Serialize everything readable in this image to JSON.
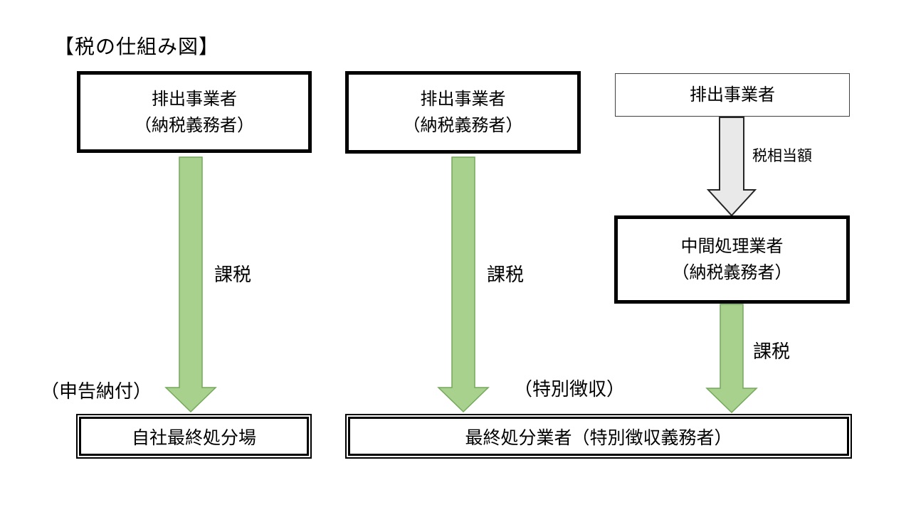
{
  "title": "【税の仕組み図】",
  "colors": {
    "arrow_green_fill": "#a9d18e",
    "arrow_green_stroke": "#74a85a",
    "arrow_gray_fill": "#e9e9e9",
    "arrow_gray_stroke": "#262626",
    "box_border": "#000000"
  },
  "left_flow": {
    "emitter_box": {
      "line1": "排出事業者",
      "line2": "（納税義務者）"
    },
    "arrow_label": "課税",
    "payment_note": "（申告納付）",
    "disposal_box": "自社最終処分場"
  },
  "middle_flow": {
    "emitter_box": {
      "line1": "排出事業者",
      "line2": "（納税義務者）"
    },
    "arrow_label": "課税",
    "collection_note": "（特別徴収）"
  },
  "right_flow": {
    "emitter_box": "排出事業者",
    "tax_amount_label": "税相当額",
    "intermediate_box": {
      "line1": "中間処理業者",
      "line2": "（納税義務者）"
    },
    "arrow_label": "課税"
  },
  "final_disposal_box": "最終処分業者（特別徴収義務者）"
}
